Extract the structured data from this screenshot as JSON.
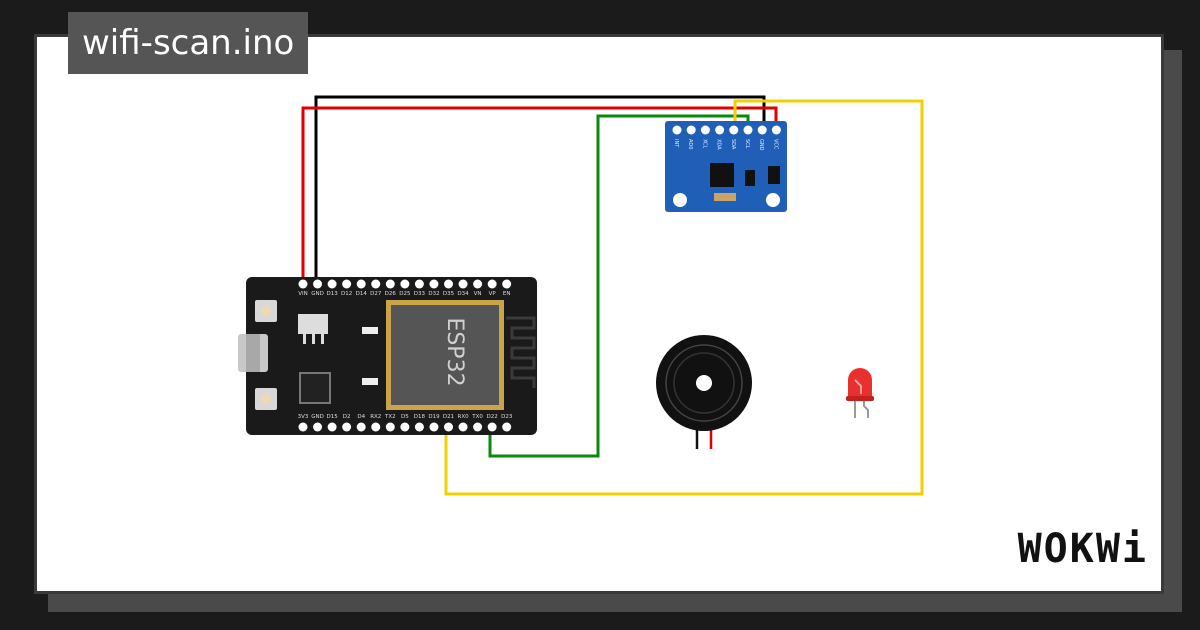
{
  "title": "wifi-scan.ino",
  "brand": "WOKWi",
  "esp32": {
    "chip_label": "ESP32",
    "top_pins": [
      "VIN",
      "GND",
      "D13",
      "D12",
      "D14",
      "D27",
      "D26",
      "D25",
      "D33",
      "D32",
      "D35",
      "D34",
      "VN",
      "VP",
      "EN"
    ],
    "bottom_pins": [
      "3V3",
      "GND",
      "D15",
      "D2",
      "D4",
      "RX2",
      "TX2",
      "D5",
      "D18",
      "D19",
      "D21",
      "RX0",
      "TX0",
      "D22",
      "D23"
    ]
  },
  "mpu6050": {
    "pins": [
      "INT",
      "AD0",
      "XCL",
      "XDA",
      "SDA",
      "SCL",
      "GND",
      "VCC"
    ]
  },
  "components": [
    "esp32-devkit",
    "mpu6050-module",
    "piezo-buzzer",
    "red-led"
  ],
  "wire_colors": {
    "power": "#e00000",
    "ground": "#000000",
    "sda": "#f0d000",
    "scl": "#0a8a0a"
  },
  "colors": {
    "board": "#1a1a1a",
    "mpu_board": "#1f5fb8",
    "led": "#e8312f"
  }
}
